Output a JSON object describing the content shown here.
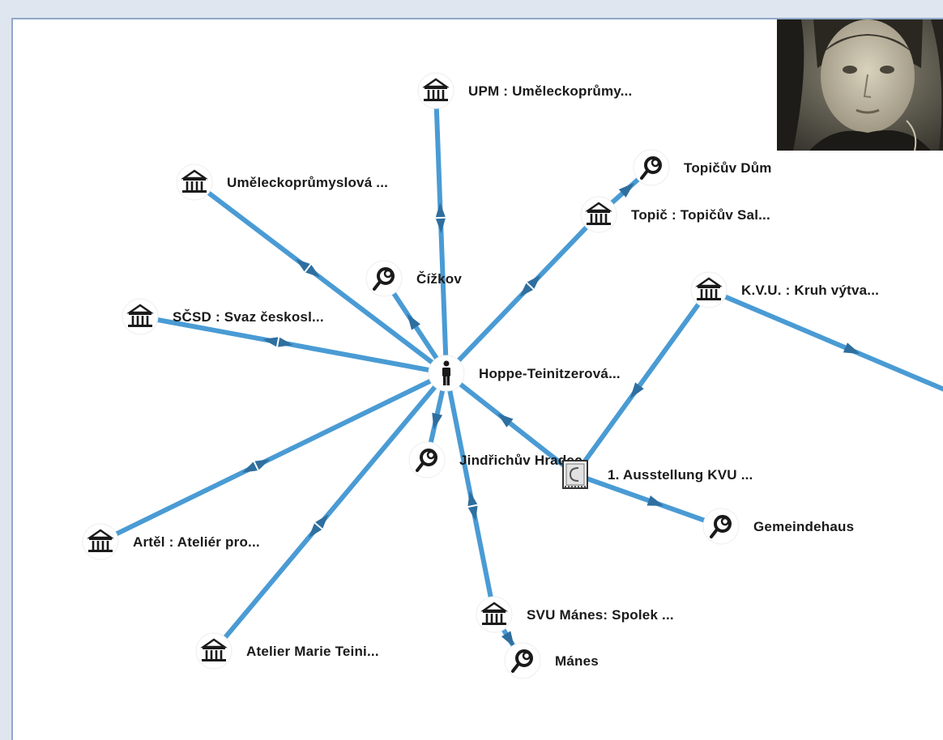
{
  "nodes": [
    {
      "id": "person",
      "type": "person",
      "label": "Hoppe-Teinitzerová..."
    },
    {
      "id": "upm",
      "type": "institution",
      "label": "UPM : Uměleckoprůmy..."
    },
    {
      "id": "umprum",
      "type": "institution",
      "label": "Uměleckoprůmyslová ..."
    },
    {
      "id": "cizkov",
      "type": "place",
      "label": "Čížkov"
    },
    {
      "id": "topic",
      "type": "institution",
      "label": "Topič : Topičův Sal..."
    },
    {
      "id": "topicuvdum",
      "type": "place",
      "label": "Topičův Dům"
    },
    {
      "id": "kvu",
      "type": "institution",
      "label": "K.V.U. : Kruh výtva..."
    },
    {
      "id": "scsd",
      "type": "institution",
      "label": "SČSD : Svaz českosl..."
    },
    {
      "id": "jindrichuv",
      "type": "place",
      "label": "Jindřichův Hradec"
    },
    {
      "id": "ausstellung",
      "type": "event",
      "label": "1. Ausstellung KVU ..."
    },
    {
      "id": "gemeindehaus",
      "type": "place",
      "label": "Gemeindehaus"
    },
    {
      "id": "artel",
      "type": "institution",
      "label": "Artěl : Ateliér pro..."
    },
    {
      "id": "atelier",
      "type": "institution",
      "label": "Atelier Marie Teini..."
    },
    {
      "id": "svu",
      "type": "institution",
      "label": "SVU Mánes: Spolek ..."
    },
    {
      "id": "manes",
      "type": "place",
      "label": "Mánes"
    }
  ],
  "edges": [
    {
      "from": "person",
      "to": "upm",
      "direction": "both"
    },
    {
      "from": "person",
      "to": "umprum",
      "direction": "both"
    },
    {
      "from": "person",
      "to": "cizkov",
      "direction": "forward"
    },
    {
      "from": "person",
      "to": "topic",
      "direction": "both"
    },
    {
      "from": "topic",
      "to": "topicuvdum",
      "direction": "forward"
    },
    {
      "from": "person",
      "to": "scsd",
      "direction": "both"
    },
    {
      "from": "person",
      "to": "jindrichuv",
      "direction": "forward"
    },
    {
      "from": "ausstellung",
      "to": "person",
      "direction": "forward"
    },
    {
      "from": "kvu",
      "to": "ausstellung",
      "direction": "forward"
    },
    {
      "from": "kvu",
      "to": "offscreen",
      "direction": "forward"
    },
    {
      "from": "ausstellung",
      "to": "gemeindehaus",
      "direction": "forward"
    },
    {
      "from": "person",
      "to": "artel",
      "direction": "both"
    },
    {
      "from": "person",
      "to": "atelier",
      "direction": "both"
    },
    {
      "from": "person",
      "to": "svu",
      "direction": "both"
    },
    {
      "from": "svu",
      "to": "manes",
      "direction": "forward"
    }
  ],
  "colors": {
    "edge": "#4a9bd4",
    "node_fill": "#ffffff",
    "icon": "#1a1a1a"
  },
  "portrait": {
    "kind": "photo",
    "subject": "portrait"
  }
}
